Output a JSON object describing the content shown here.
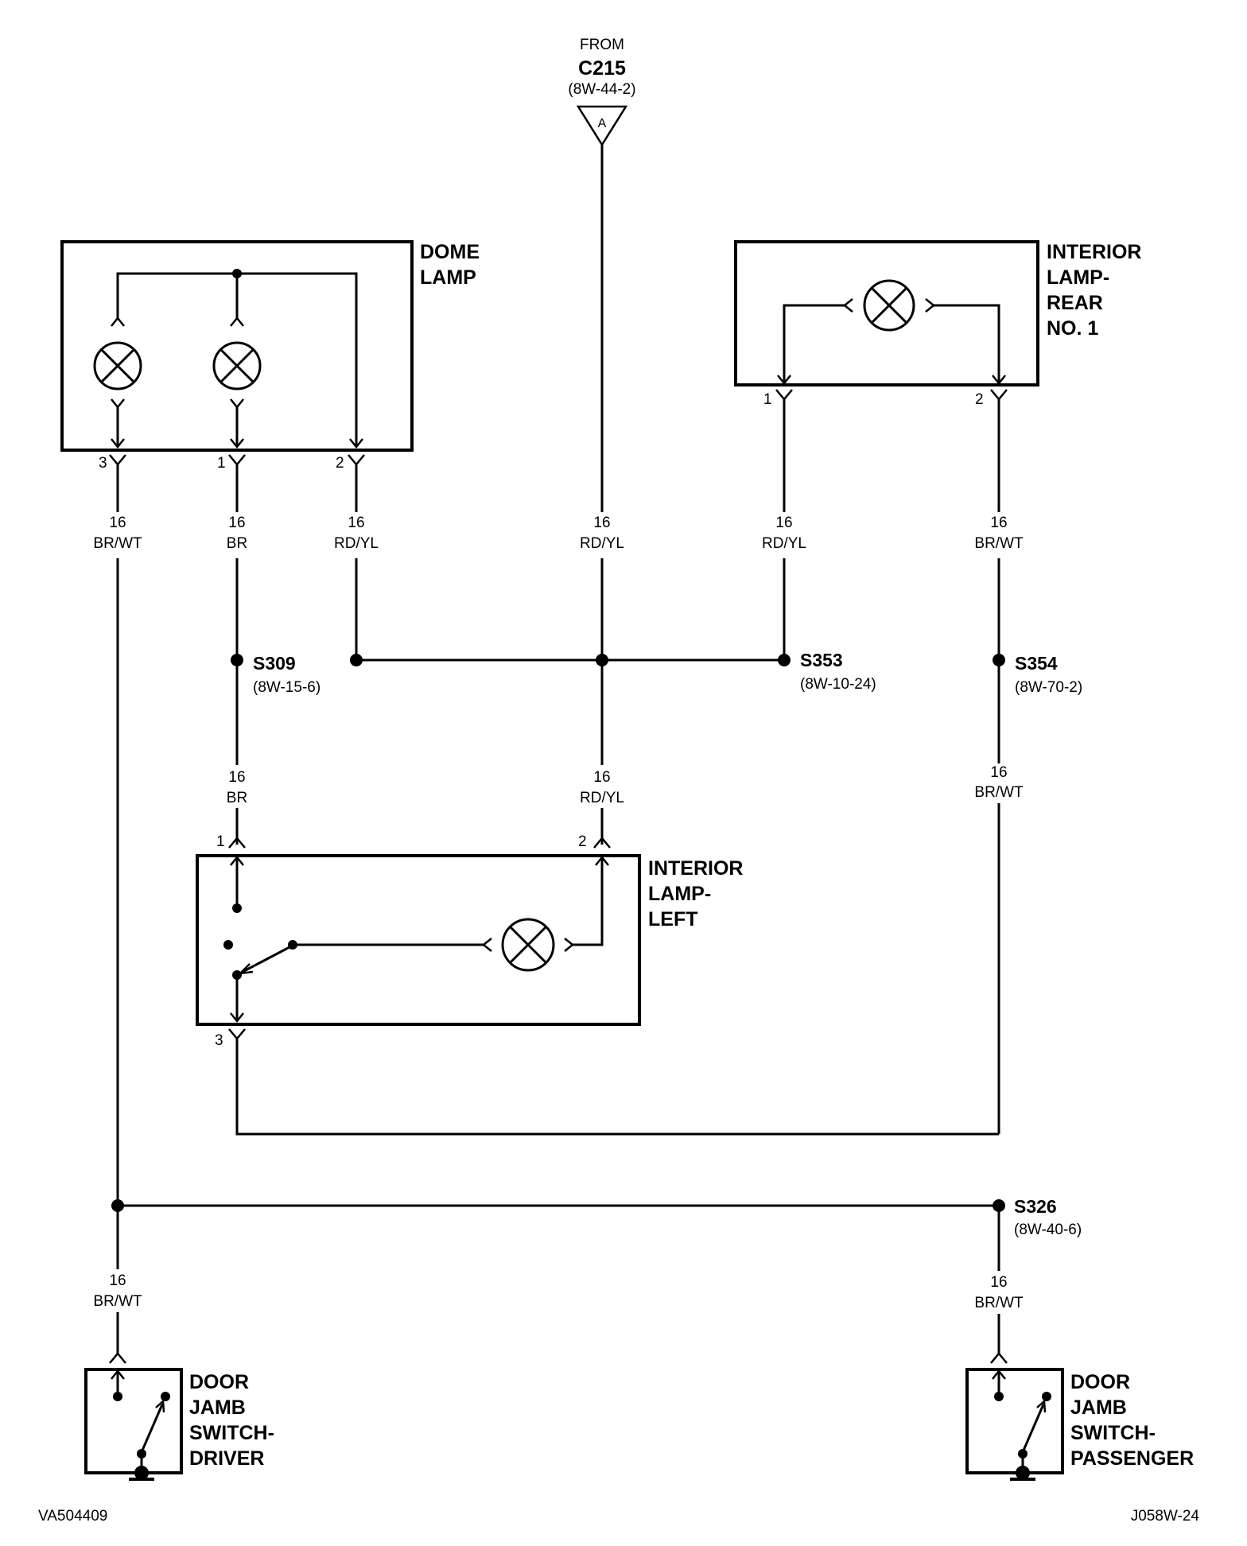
{
  "source": {
    "from": "FROM",
    "connector": "C215",
    "ref": "(8W-44-2)",
    "pin": "A"
  },
  "components": {
    "dome_lamp": [
      "DOME",
      "LAMP"
    ],
    "interior_lamp_rear": [
      "INTERIOR",
      "LAMP-",
      "REAR",
      "NO. 1"
    ],
    "interior_lamp_left": [
      "INTERIOR",
      "LAMP-",
      "LEFT"
    ],
    "door_jamb_driver": [
      "DOOR",
      "JAMB",
      "SWITCH-",
      "DRIVER"
    ],
    "door_jamb_passenger": [
      "DOOR",
      "JAMB",
      "SWITCH-",
      "PASSENGER"
    ]
  },
  "pins": {
    "dome_3": "3",
    "dome_1": "1",
    "dome_2": "2",
    "rear_1": "1",
    "rear_2": "2",
    "left_1": "1",
    "left_2": "2",
    "left_3": "3"
  },
  "wires": {
    "w_dome3": {
      "gauge": "16",
      "color": "BR/WT"
    },
    "w_dome1": {
      "gauge": "16",
      "color": "BR"
    },
    "w_dome2": {
      "gauge": "16",
      "color": "RD/YL"
    },
    "w_c215": {
      "gauge": "16",
      "color": "RD/YL"
    },
    "w_rear1": {
      "gauge": "16",
      "color": "RD/YL"
    },
    "w_rear2": {
      "gauge": "16",
      "color": "BR/WT"
    },
    "w_left1": {
      "gauge": "16",
      "color": "BR"
    },
    "w_left2": {
      "gauge": "16",
      "color": "RD/YL"
    },
    "w_s354": {
      "gauge": "16",
      "color": "BR/WT"
    },
    "w_drv": {
      "gauge": "16",
      "color": "BR/WT"
    },
    "w_pass": {
      "gauge": "16",
      "color": "BR/WT"
    }
  },
  "splices": {
    "s309": {
      "id": "S309",
      "ref": "(8W-15-6)"
    },
    "s353": {
      "id": "S353",
      "ref": "(8W-10-24)"
    },
    "s354": {
      "id": "S354",
      "ref": "(8W-70-2)"
    },
    "s326": {
      "id": "S326",
      "ref": "(8W-40-6)"
    }
  },
  "footer": {
    "left_code": "VA504409",
    "right_code": "J058W-24"
  }
}
